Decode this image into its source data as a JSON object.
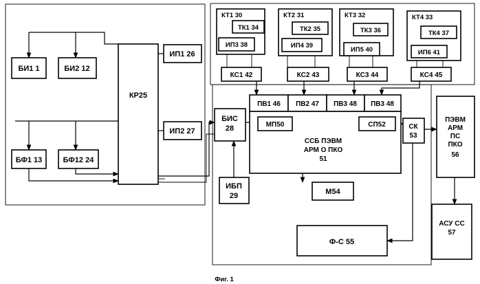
{
  "blocks": {
    "bi1": "БИ1 1",
    "bi2": "БИ2 12",
    "kr": "КР25",
    "ip1": "ИП1 26",
    "ip2": "ИП2 27",
    "bf1": "БФ1 13",
    "bf12": "БФ12 24",
    "kt1": "КТ1 30",
    "tk1": "ТК1 34",
    "ip3": "ИП3 38",
    "ks1": "КС1 42",
    "kt2": "КТ2 31",
    "tk2": "ТК2 35",
    "ip4": "ИП4 39",
    "ks2": "КС2 43",
    "kt3": "КТ3 32",
    "tk3": "ТК3 36",
    "ip5": "ИП5 40",
    "ks3": "КС3 44",
    "kt4": "КТ4 33",
    "tk4": "ТК4 37",
    "ip6": "ИП6 41",
    "ks4": "КС4 45",
    "pv1": "ПВ1 46",
    "pv2": "ПВ2 47",
    "pv3a": "ПВ3 48",
    "pv3b": "ПВ3 48",
    "bis_1": "БИС",
    "bis_2": "28",
    "mp": "МП50",
    "sp": "СП52",
    "ssb_1": "ССБ ПЭВМ",
    "ssb_2": "АРМ О ПКО",
    "ssb_3": "51",
    "ibp_1": "ИБП",
    "ibp_2": "29",
    "m54": "М54",
    "sk_1": "СК",
    "sk_2": "53",
    "pevm_1": "ПЭВМ",
    "pevm_2": "АРМ",
    "pevm_3": "ПС",
    "pevm_4": "ПКО",
    "pevm_5": "56",
    "asu_1": "АСУ СС",
    "asu_2": "57",
    "fs": "Ф-С 55"
  },
  "caption": "Фиг. 1"
}
